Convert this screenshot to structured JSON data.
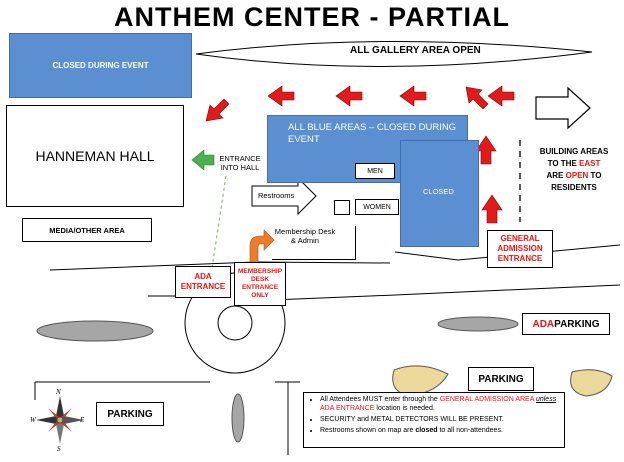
{
  "title": "ANTHEM CENTER - PARTIAL",
  "colors": {
    "blue_area": "#5b8fd1",
    "arrow_red": "#e11b1b",
    "green_arrow": "#4caf50",
    "orange_arrow": "#ee7a2b",
    "parking_oval": "#a6a6a6",
    "tan_oval": "#ecd89a"
  },
  "areas": {
    "closed_top_left": "CLOSED DURING EVENT",
    "gallery": "ALL GALLERY AREA OPEN",
    "hanneman": "HANNEMAN HALL",
    "media": "MEDIA/OTHER AREA",
    "blue_closed": "ALL BLUE AREAS – CLOSED DURING EVENT",
    "closed": "CLOSED",
    "men": "MEN",
    "women": "WOMEN",
    "restrooms": "Restrooms",
    "entrance_hall": "ENTRANCE INTO HALL",
    "membership_desk": "Membership Desk & Admin"
  },
  "east_note": {
    "line1": "BUILDING AREAS",
    "line2_prefix": "TO THE ",
    "line2_east": "EAST",
    "line3_prefix": "ARE ",
    "line3_open": "OPEN",
    "line3_suffix": " TO",
    "line4": "RESIDENTS"
  },
  "entrances": {
    "general": "GENERAL ADMISSION ENTRANCE",
    "ada": "ADA ENTRANCE",
    "membership": "MEMBERSHIP DESK ENTRANCE ONLY"
  },
  "parking": {
    "ada_prefix": "ADA",
    "ada_suffix": " PARKING",
    "right": "PARKING",
    "left": "PARKING"
  },
  "compass": {
    "n": "N",
    "s": "S",
    "e": "E",
    "w": "W"
  },
  "notice": {
    "b1_a": "All Attendees MUST enter through the ",
    "b1_general": "GENERAL ADMISSION AREA",
    "b1_unless": "unless",
    "b1_ada": "ADA ENTRANCE",
    "b1_end": " location is needed.",
    "b2": "SECURITY and METAL DETECTORS WILL BE PRESENT.",
    "b3_a": "Restrooms shown on map are ",
    "b3_closed": "closed",
    "b3_end": " to all non-attendees."
  }
}
